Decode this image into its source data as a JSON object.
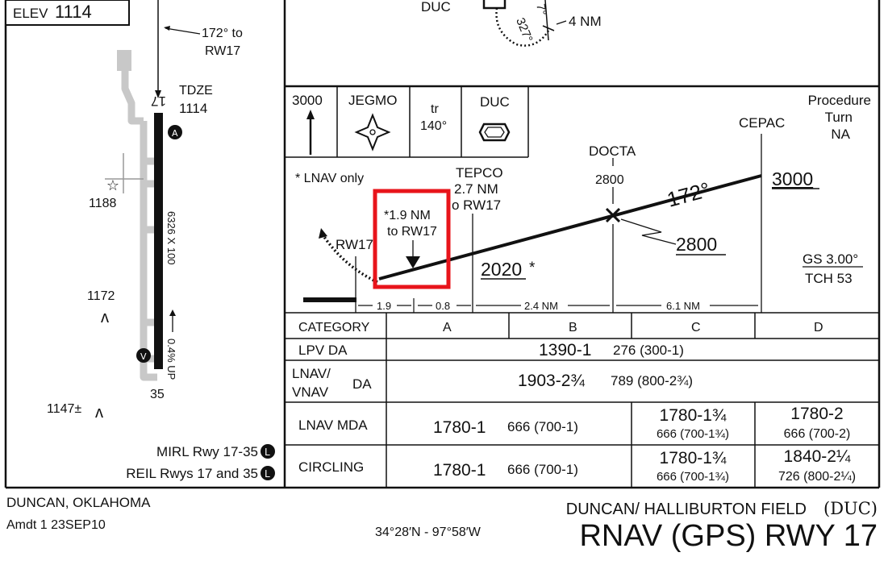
{
  "airport": {
    "elev_label": "ELEV",
    "elev_value": "1114",
    "heading_note_1": "172° to",
    "heading_note_2": "RW17",
    "tdze_label": "TDZE",
    "tdze_value": "1114",
    "rwy_top_num": "17",
    "rwy_bottom_num": "35",
    "rwy_dims": "6326 X 100",
    "slope_note": "0.4% UP",
    "marker_top": "A",
    "marker_bottom": "V",
    "obstacle_1": "1188",
    "obstacle_2": "1172",
    "obstacle_3": "1147±",
    "mirl": "MIRL Rwy 17-35",
    "reil": "REIL Rwys 17 and 35",
    "lighting_badge": "L"
  },
  "plan_top": {
    "fix": "DUC",
    "course": "327°",
    "course_partial": "7°",
    "distance": "4 NM"
  },
  "profile": {
    "header_alt": "3000",
    "header_jegmo": "JEGMO",
    "header_tr_1": "tr",
    "header_tr_2": "140°",
    "header_duc": "DUC",
    "procedure_turn_1": "Procedure",
    "procedure_turn_2": "Turn",
    "procedure_turn_3": "NA",
    "cepac": "CEPAC",
    "cepac_alt": "3000",
    "docta": "DOCTA",
    "docta_alt": "2800",
    "docta_min_alt": "2800",
    "course": "172°",
    "tepco_1": "TEPCO",
    "tepco_2": "2.7 NM",
    "tepco_3": "o RW17",
    "lnav_only": "* LNAV only",
    "vdp_1": "*1.9 NM",
    "vdp_2": "to RW17",
    "rw17": "RW17",
    "step_alt": "2020",
    "step_star": "*",
    "gs": "GS 3.00°",
    "tch": "TCH 53",
    "dist_1": "1.9",
    "dist_2": "0.8",
    "dist_3": "2.4 NM",
    "dist_4": "6.1 NM"
  },
  "minima": {
    "headers": [
      "CATEGORY",
      "A",
      "B",
      "C",
      "D"
    ],
    "lpv_label": "LPV  DA",
    "lpv_main": "1390-1",
    "lpv_sub": "276 (300-1)",
    "lnav_vnav_label_1": "LNAV/",
    "lnav_vnav_label_2": "VNAV",
    "lnav_vnav_da": "DA",
    "lnav_vnav_main": "1903-2¾",
    "lnav_vnav_sub": "789 (800-2¾)",
    "lnav_label": "LNAV  MDA",
    "lnav_ab_main": "1780-1",
    "lnav_ab_sub": "666 (700-1)",
    "lnav_c_main": "1780-1¾",
    "lnav_c_sub": "666 (700-1¾)",
    "lnav_d_main": "1780-2",
    "lnav_d_sub": "666 (700-2)",
    "circ_label": "CIRCLING",
    "circ_ab_main": "1780-1",
    "circ_ab_sub": "666 (700-1)",
    "circ_c_main": "1780-1¾",
    "circ_c_sub": "666 (700-1¾)",
    "circ_d_main": "1840-2¼",
    "circ_d_sub": "726 (800-2¼)"
  },
  "footer": {
    "city": "DUNCAN, OKLAHOMA",
    "amdt": "Amdt 1  23SEP10",
    "coords": "34°28′N - 97°58′W",
    "field": "DUNCAN/ HALLIBURTON FIELD",
    "field_id": "(DUC)",
    "procedure": "RNAV (GPS) RWY 17"
  },
  "colors": {
    "highlight": "#e8141b",
    "ink": "#111111",
    "taxiway": "#c8c8c8"
  }
}
